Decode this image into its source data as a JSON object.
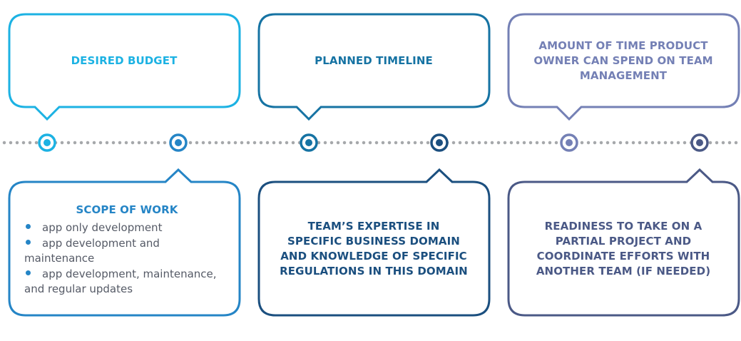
{
  "colors": {
    "cyan": "#1cb2e3",
    "blue": "#2585c6",
    "teal_blue": "#1673a3",
    "navy": "#1b4f7f",
    "lavender": "#7480b5",
    "slate": "#4b5986",
    "dotted_line": "#a6a8ab"
  },
  "top_boxes": [
    {
      "label": "DESIRED BUDGET"
    },
    {
      "label": "PLANNED TIMELINE"
    },
    {
      "label": "AMOUNT OF TIME PRODUCT OWNER CAN SPEND ON TEAM MANAGEMENT"
    }
  ],
  "bottom_boxes": {
    "scope": {
      "title": "SCOPE OF WORK",
      "items": [
        "app only development",
        "app development and maintenance",
        "app development, maintenance, and regular updates"
      ]
    },
    "expertise": {
      "label": "TEAM’S EXPERTISE IN SPECIFIC BUSINESS DOMAIN AND KNOWLEDGE OF SPECIFIC REGULATIONS IN THIS DOMAIN"
    },
    "readiness": {
      "label": "READINESS TO TAKE ON A PARTIAL PROJECT AND COORDINATE EFFORTS WITH ANOTHER TEAM (IF NEEDED)"
    }
  }
}
